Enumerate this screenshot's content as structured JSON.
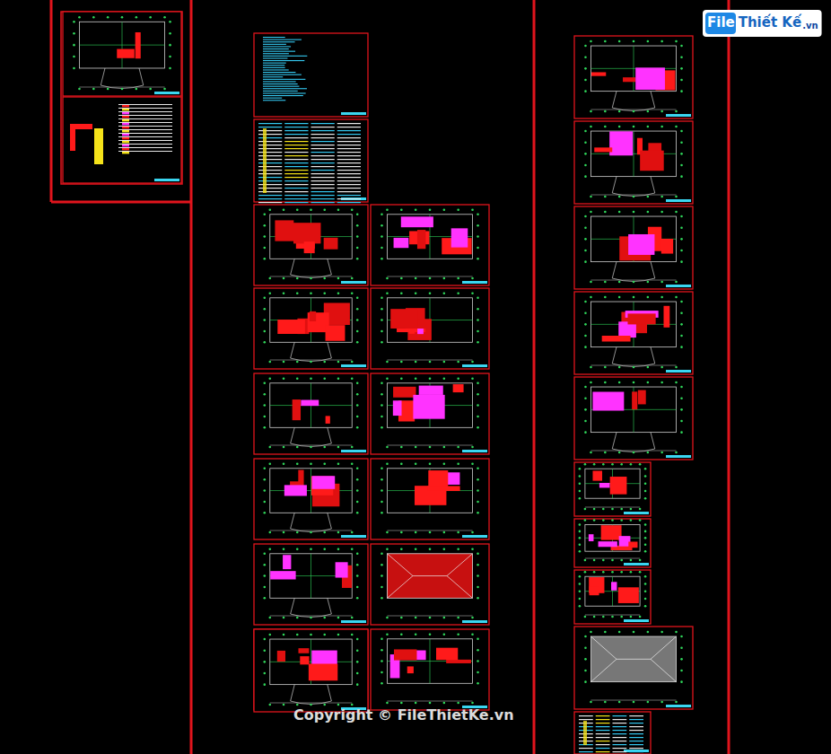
{
  "diagram": {
    "labels": [
      "File",
      "Thiết Kế",
      ".vn",
      "Copyright © FileThietKe.vn"
    ]
  }
}
